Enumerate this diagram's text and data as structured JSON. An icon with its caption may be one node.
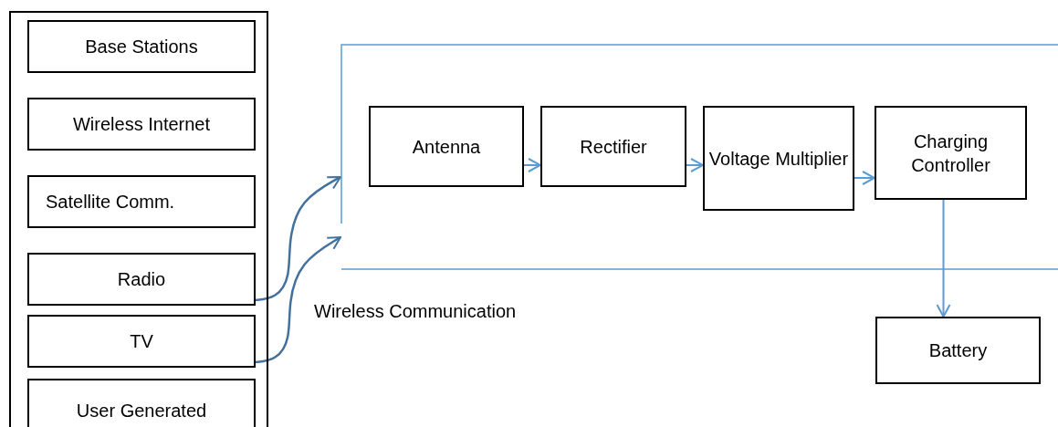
{
  "diagram": {
    "nodes": [
      {
        "text": [],
        "shape": "box"
      },
      {
        "text": [
          "Base Stations"
        ],
        "in": 0
      },
      {
        "text": [
          "Wireless Internet"
        ],
        "in": 0
      },
      {
        "text": [
          "Satellite Comm."
        ],
        "in": 0
      },
      {
        "text": [
          "Radio"
        ],
        "in": 0
      },
      {
        "text": [
          "TV"
        ],
        "in": 0
      },
      {
        "text": [
          "User Generated"
        ],
        "in": 0
      },
      {
        "text": [],
        "shape": "box"
      },
      {
        "text": [
          "Antenna"
        ],
        "in": 7
      },
      {
        "text": [
          "Rectifier"
        ],
        "in": 7
      },
      {
        "text": [
          "Voltage Multiplier"
        ],
        "in": 7
      },
      {
        "text": [
          "Charging Controller"
        ],
        "in": 7
      },
      {
        "text": [
          "Battery"
        ]
      }
    ],
    "edges": [
      {
        "from": 4,
        "to": 7,
        "arrow": "to",
        "color": "#41719c"
      },
      {
        "from": 5,
        "to": 7,
        "arrow": "to",
        "color": "#41719c"
      },
      {
        "from": 8,
        "to": 9,
        "arrow": "to"
      },
      {
        "from": 9,
        "to": 10,
        "arrow": "to"
      },
      {
        "from": 10,
        "to": 11,
        "arrow": "to"
      },
      {
        "from": 11,
        "to": 12,
        "arrow": "to"
      }
    ],
    "labels": [
      "Wireless Communication"
    ]
  }
}
